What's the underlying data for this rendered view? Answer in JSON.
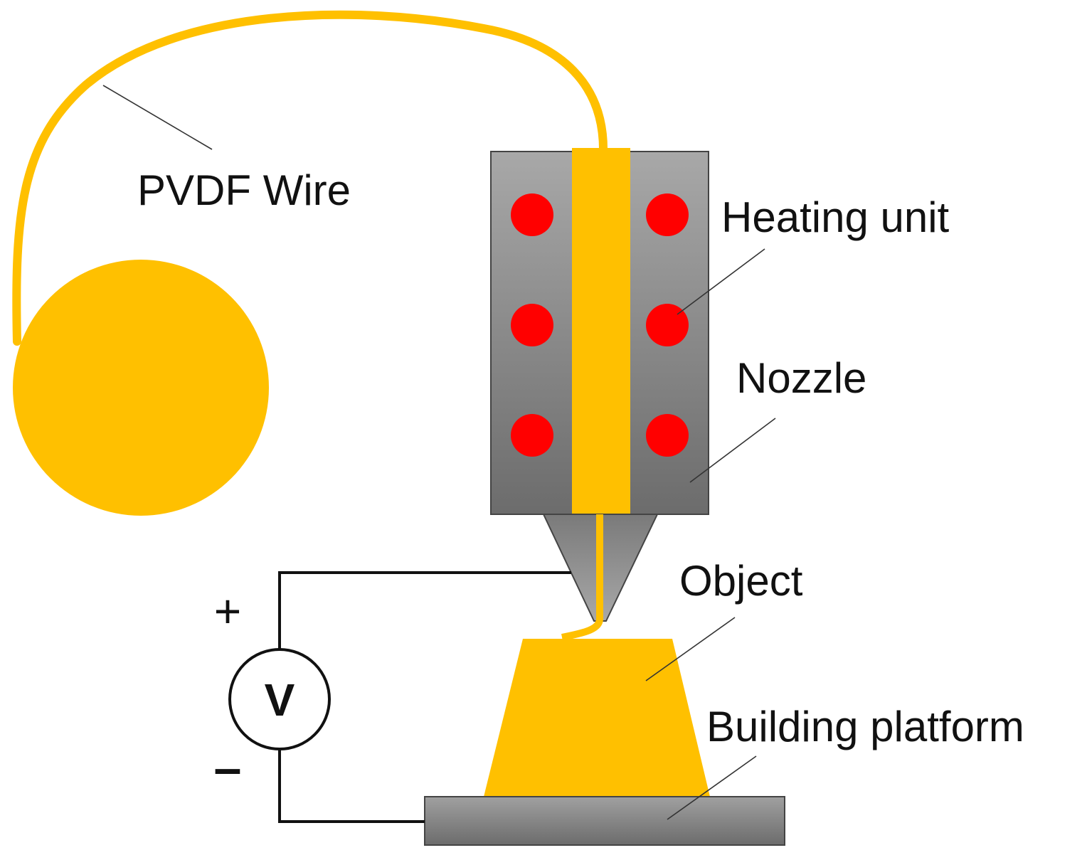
{
  "labels": {
    "pvdf_wire": "PVDF Wire",
    "heating_unit": "Heating unit",
    "nozzle": "Nozzle",
    "object": "Object",
    "building_platform": "Building platform"
  },
  "voltmeter": {
    "symbol": "V",
    "positive": "+",
    "negative": "–"
  },
  "colors": {
    "filament": "#FFC000",
    "heater": "#FF0000",
    "nozzle_light": "#a6a6a6",
    "nozzle_dark": "#6e6e6e",
    "outline": "#444444"
  }
}
